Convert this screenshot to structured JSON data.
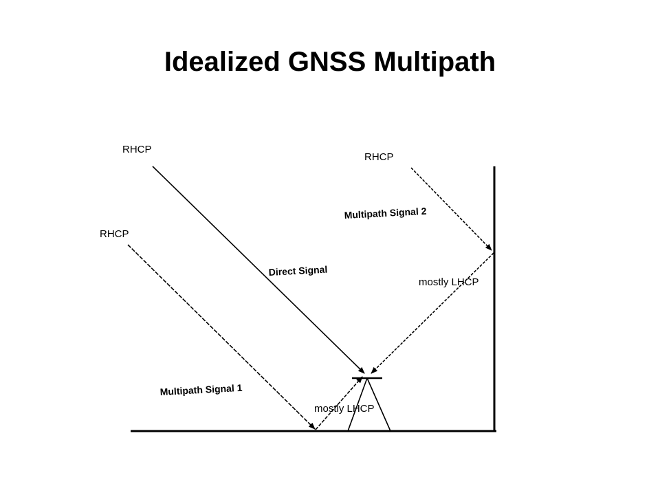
{
  "title": "Idealized GNSS Multipath",
  "labels": {
    "rhcp_direct": "RHCP",
    "rhcp_multipath2": "RHCP",
    "rhcp_multipath1": "RHCP",
    "lhcp_wall": "mostly LHCP",
    "lhcp_ground": "mostly LHCP"
  },
  "signals": {
    "direct": "Direct Signal",
    "multipath1": "Multipath Signal 1",
    "multipath2": "Multipath Signal 2"
  }
}
